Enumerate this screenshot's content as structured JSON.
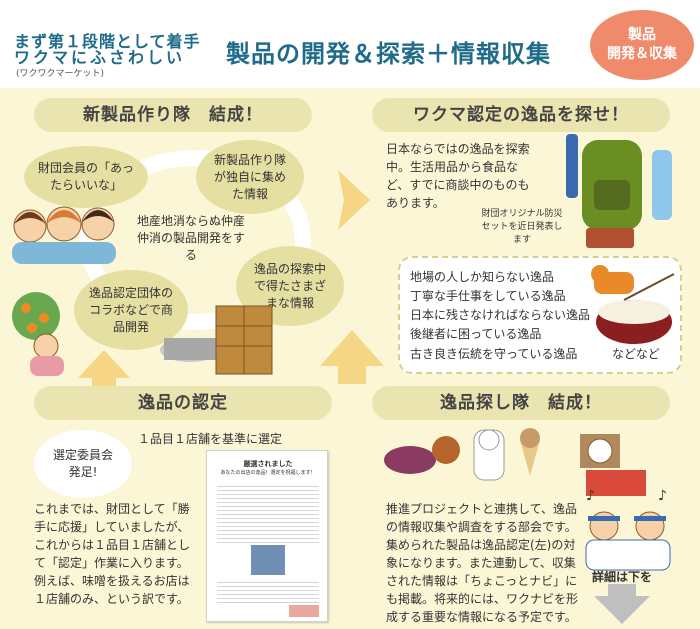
{
  "header": {
    "line1": "まず第１段階として着手",
    "line2": "ワクマにふさわしい",
    "sub": "(ワクワクマーケット)",
    "title": "製品の開発＆探索＋情報収集",
    "badge_line1": "製品",
    "badge_line2": "開発＆収集"
  },
  "sections": {
    "new_product": "新製品作り隊　結成！",
    "search": "ワクマ認定の逸品を探せ！",
    "certify": "逸品の認定",
    "search_team": "逸品探し隊　結成！"
  },
  "blobs": {
    "member": "財団会員の「あったらいいな」",
    "team": "新製品作り隊が独自に集めた情報",
    "collab": "逸品認定団体のコラボなどで商品開発",
    "found": "逸品の探索中で得たさまざまな情報"
  },
  "notes": {
    "local": "地産地消ならぬ仲産仲消の製品開発をする",
    "japan": "日本ならではの逸品を探索中。生活用品から食品など、すでに商談中のものもあります。",
    "disaster": "財団オリジナル防災セットを近日発表します",
    "first_store": "１品目１店舗を基準に選定",
    "committee": "選定委員会発足!",
    "certify_body": "これまでは、財団として「勝手に応援」していましたが、これからは１品目１店舗として「認定」作業に入ります。例えば、味噌を扱えるお店は１店舗のみ、という訳です。",
    "team_body": "推進プロジェクトと連携して、逸品の情報収集や調査をする部会です。集められた製品は逸品認定(左)の対象になります。また連動して、収集された情報は「ちょこっとナビ」にも掲載。将来的には、ワクナビを形成する重要な情報になる予定です。",
    "details": "詳細は下を",
    "doc_title": "厳選されました",
    "doc_subtitle": "あなたの出店の逸品！選定を祝福します！"
  },
  "list": {
    "items": [
      "地場の人しか知らない逸品",
      "丁寧な手仕事をしている逸品",
      "日本に残さなければならない逸品",
      "後継者に困っている逸品",
      "古き良き伝統を守っている逸品"
    ],
    "etc": "などなど"
  }
}
